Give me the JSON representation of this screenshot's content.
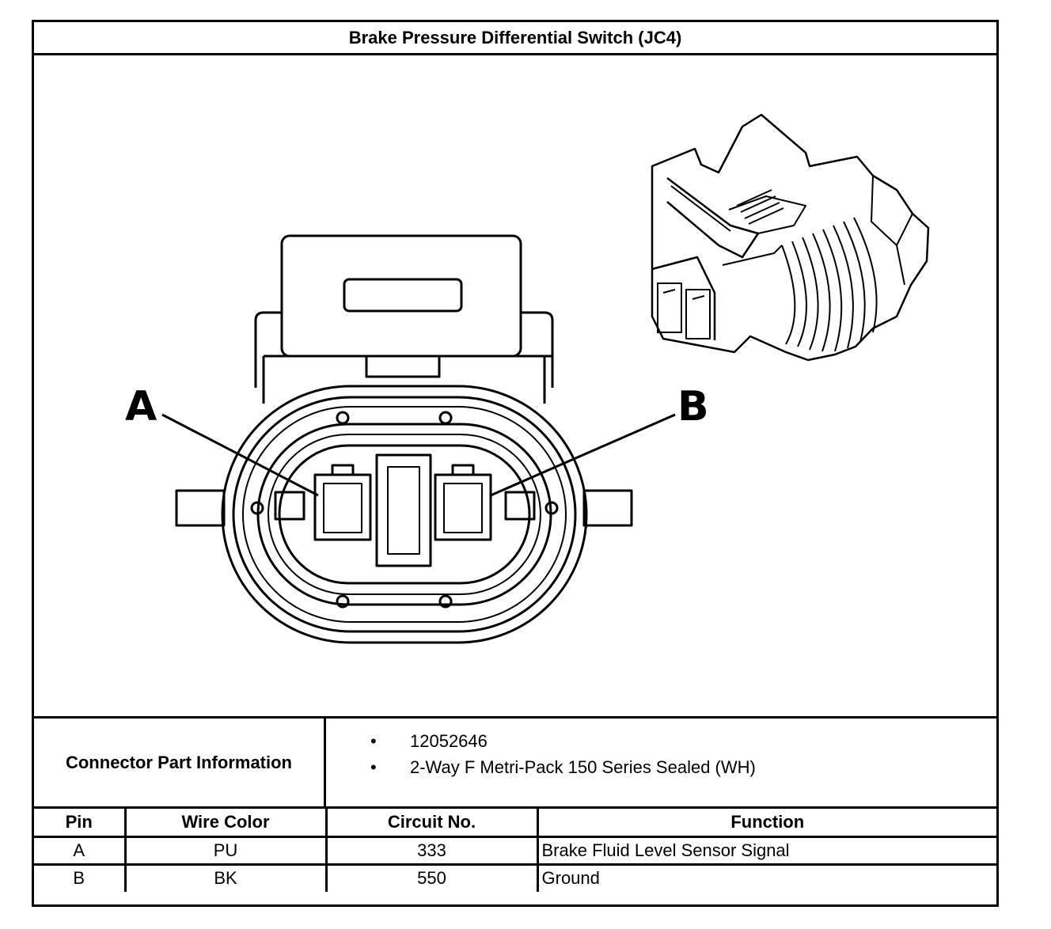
{
  "title": "Brake Pressure Differential Switch (JC4)",
  "callouts": {
    "pin_a": "A",
    "pin_b": "B"
  },
  "connector_info": {
    "label": "Connector Part Information",
    "items": [
      "12052646",
      "2-Way F Metri-Pack 150 Series Sealed (WH)"
    ]
  },
  "pin_table": {
    "headers": {
      "pin": "Pin",
      "wire_color": "Wire Color",
      "circuit": "Circuit No.",
      "function": "Function"
    },
    "rows": [
      {
        "pin": "A",
        "wire_color": "PU",
        "circuit": "333",
        "function": "Brake Fluid Level Sensor Signal"
      },
      {
        "pin": "B",
        "wire_color": "BK",
        "circuit": "550",
        "function": "Ground"
      }
    ]
  }
}
